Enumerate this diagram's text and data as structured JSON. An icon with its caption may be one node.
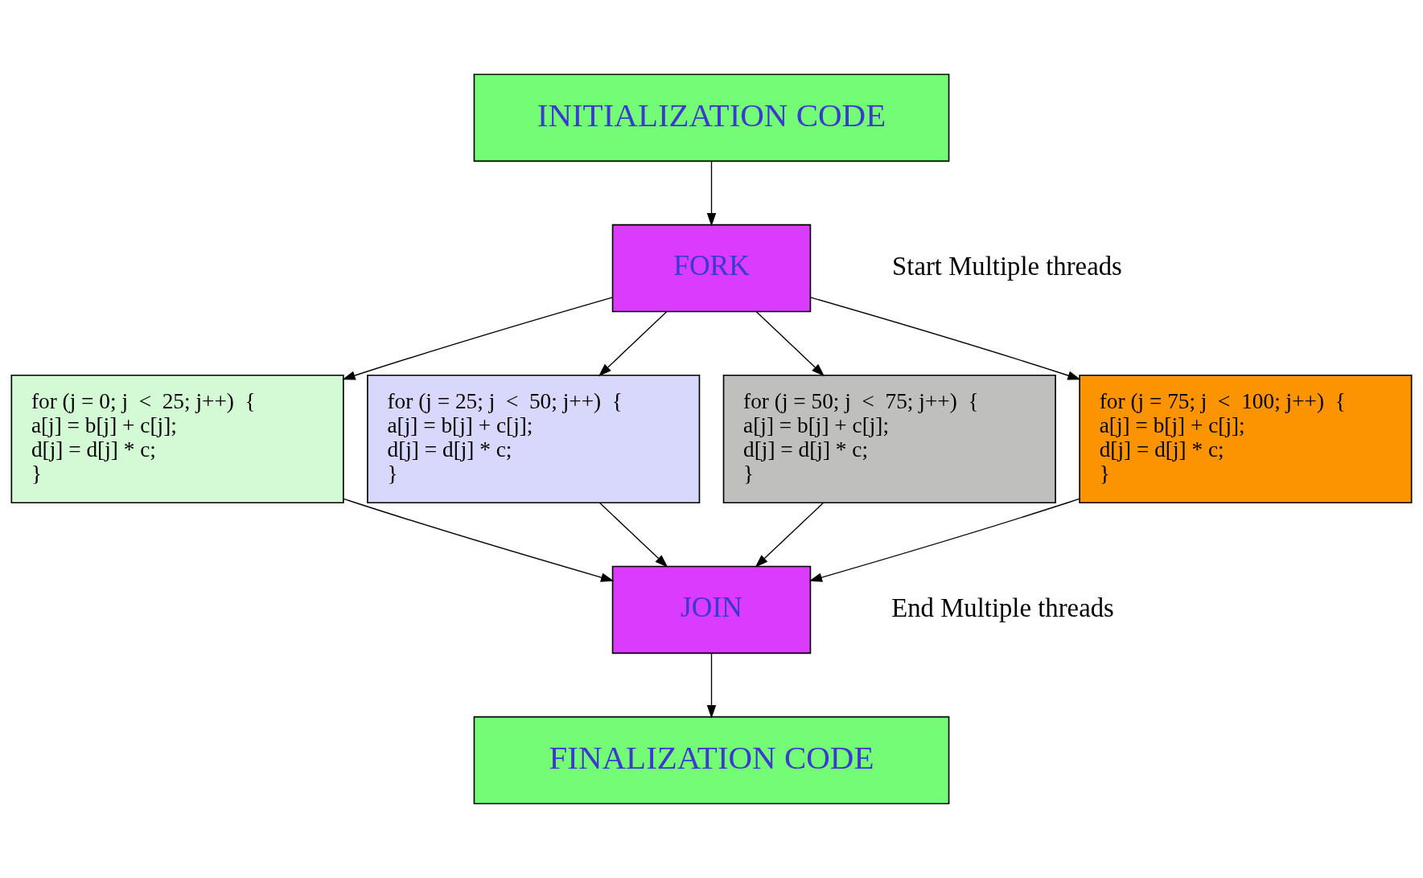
{
  "diagram": {
    "nodes": [
      {
        "text": [
          "INITIALIZATION CODE"
        ]
      },
      {
        "text": [
          "FORK"
        ],
        "beside": [
          "Start Multiple threads"
        ]
      },
      {
        "text": [
          "for (j = 0; j  <  25; j++)  {",
          "a[j] = b[j] + c[j];",
          "d[j] = d[j] * c;",
          "}"
        ]
      },
      {
        "text": [
          "for (j = 25; j  <  50; j++)  {",
          "a[j] = b[j] + c[j];",
          "d[j] = d[j] * c;",
          "}"
        ]
      },
      {
        "text": [
          "for (j = 50; j  <  75; j++)  {",
          "a[j] = b[j] + c[j];",
          "d[j] = d[j] * c;",
          "}"
        ]
      },
      {
        "text": [
          "for (j = 75; j  <  100; j++)  {",
          "a[j] = b[j] + c[j];",
          "d[j] = d[j] * c;",
          "}"
        ]
      },
      {
        "text": [
          "JOIN"
        ],
        "beside": [
          "End Multiple threads"
        ]
      },
      {
        "text": [
          "FINALIZATION CODE"
        ]
      }
    ],
    "edges": [
      {
        "from": 0,
        "to": 1,
        "arrow": "to"
      },
      {
        "from": 1,
        "to": 2,
        "arrow": "to"
      },
      {
        "from": 1,
        "to": 3,
        "arrow": "to"
      },
      {
        "from": 1,
        "to": 4,
        "arrow": "to"
      },
      {
        "from": 1,
        "to": 5,
        "arrow": "to"
      },
      {
        "from": 2,
        "to": 6,
        "arrow": "to"
      },
      {
        "from": 3,
        "to": 6,
        "arrow": "to"
      },
      {
        "from": 4,
        "to": 6,
        "arrow": "to"
      },
      {
        "from": 5,
        "to": 6,
        "arrow": "to"
      },
      {
        "from": 6,
        "to": 7,
        "arrow": "to"
      }
    ]
  }
}
